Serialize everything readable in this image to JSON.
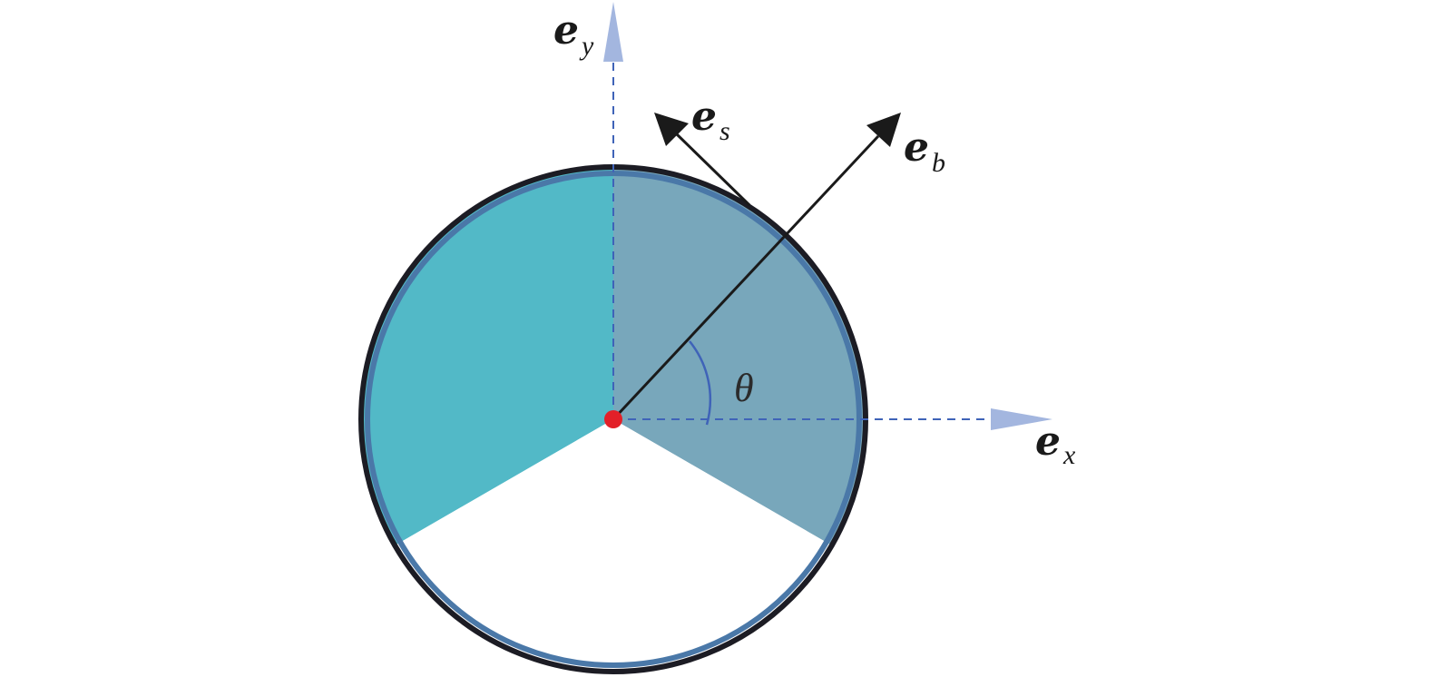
{
  "labels": {
    "ey": {
      "main": "e",
      "sub": "y"
    },
    "es": {
      "main": "e",
      "sub": "s"
    },
    "eb": {
      "main": "e",
      "sub": "b"
    },
    "ex": {
      "main": "e",
      "sub": "x"
    },
    "theta": "θ"
  },
  "colors": {
    "sector_left": "#52b9c7",
    "sector_right": "#78a7bb",
    "sector_bottom": "#ffffff",
    "rim": "#1c1c24",
    "rim_inner": "#4a78a8",
    "axis_dash": "#3f63b8",
    "axis_arrowhead": "#a3b6df",
    "vector": "#1a1a1a",
    "angle_arc": "#3f63b8",
    "center_point": "#e32028"
  }
}
